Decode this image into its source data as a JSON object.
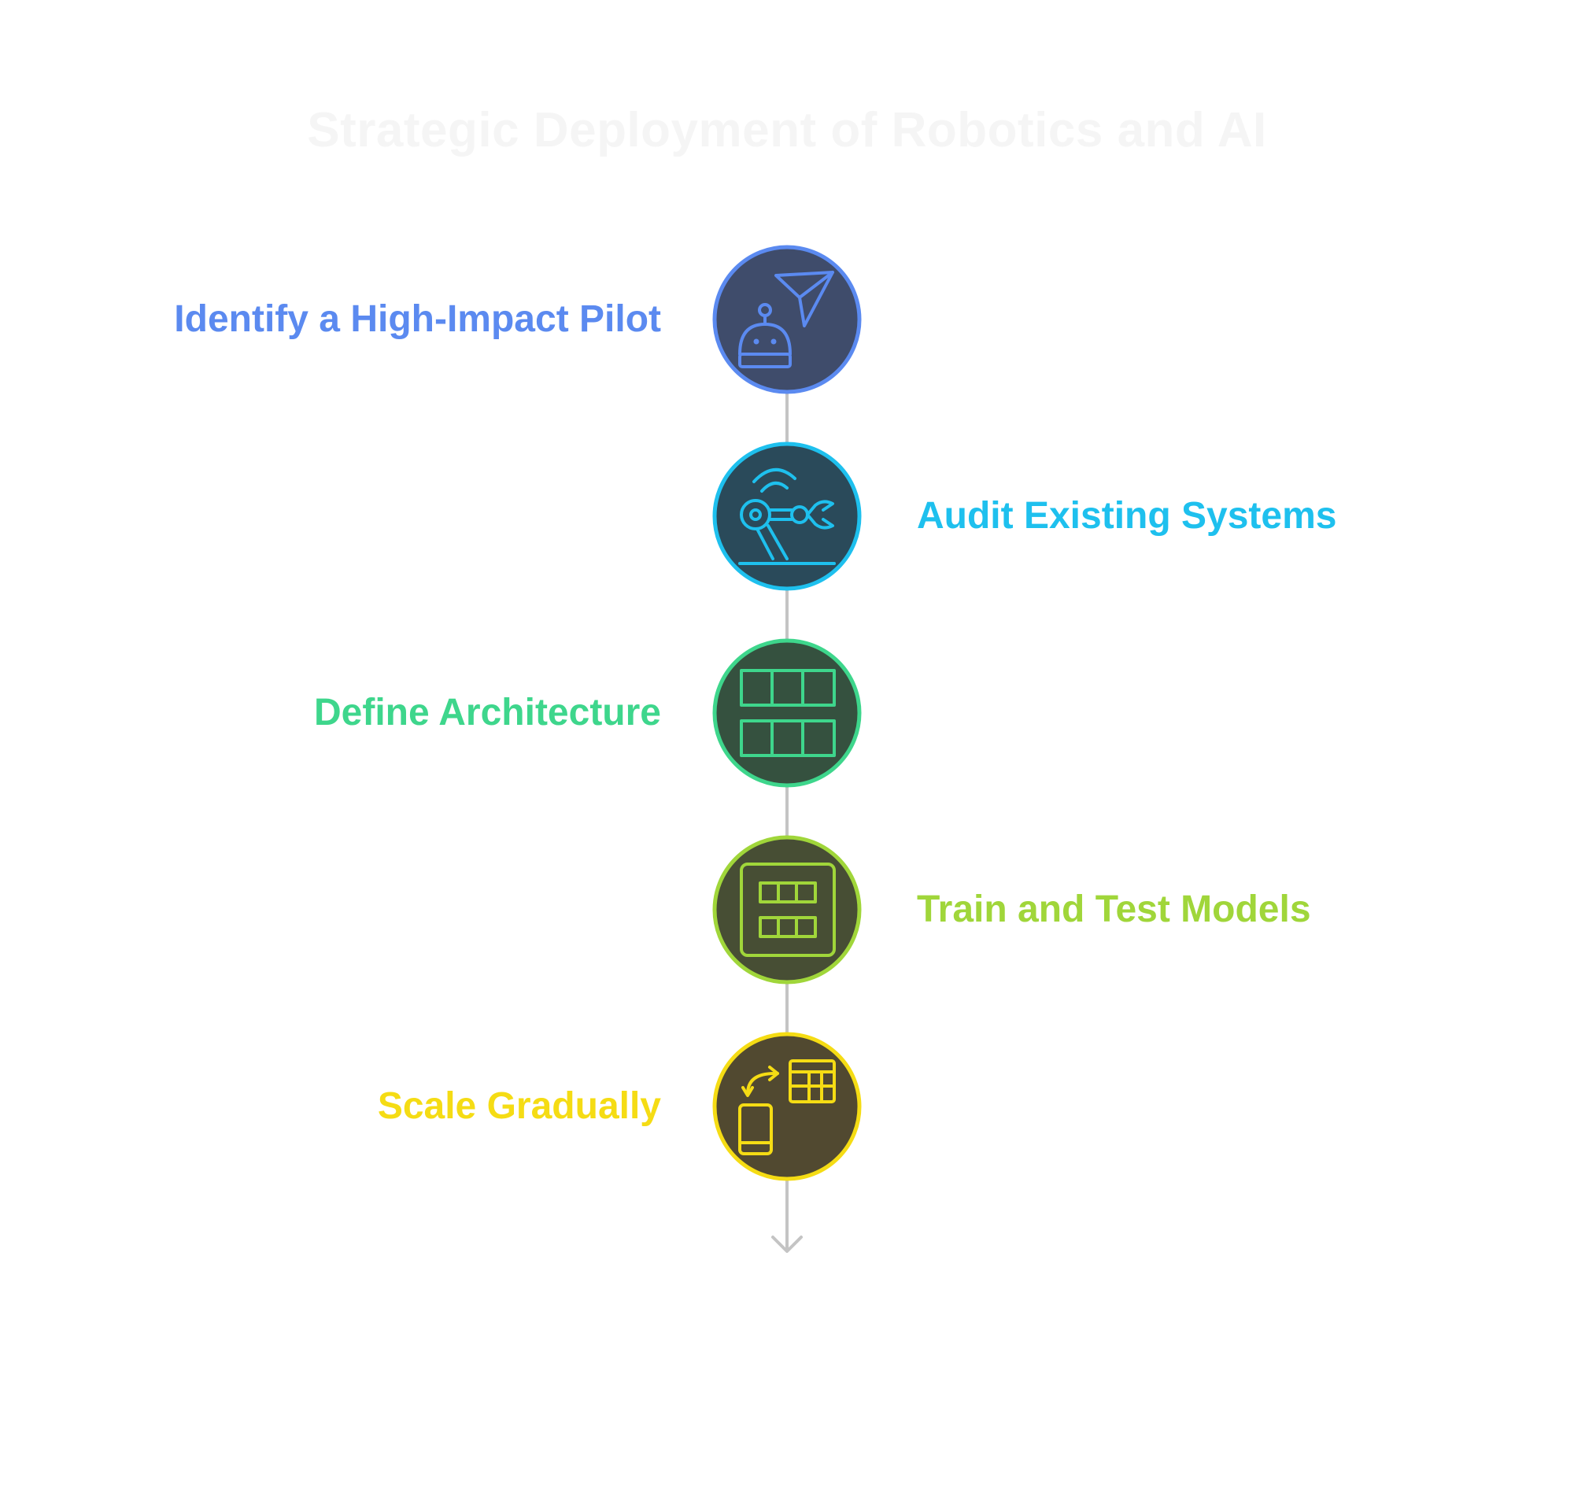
{
  "title": "Strategic Deployment of Robotics and AI",
  "steps": [
    {
      "label": "Identify a High-Impact Pilot",
      "color": "#5b8af0",
      "fill": "#3f4c6b",
      "icon": "robot-pointer-icon",
      "side": "left"
    },
    {
      "label": "Audit Existing Systems",
      "color": "#1ec0ee",
      "fill": "#2a4a5a",
      "icon": "robot-arm-icon",
      "side": "right"
    },
    {
      "label": "Define Architecture",
      "color": "#3ed68c",
      "fill": "#35513f",
      "icon": "grid-blocks-icon",
      "side": "left"
    },
    {
      "label": "Train and Test Models",
      "color": "#a0d63a",
      "fill": "#474e34",
      "icon": "model-panel-icon",
      "side": "right"
    },
    {
      "label": "Scale Gradually",
      "color": "#f5dc14",
      "fill": "#514930",
      "icon": "device-to-table-icon",
      "side": "left"
    }
  ],
  "colors": {
    "connector": "#c4c4c4",
    "title": "#f5f5f5"
  }
}
